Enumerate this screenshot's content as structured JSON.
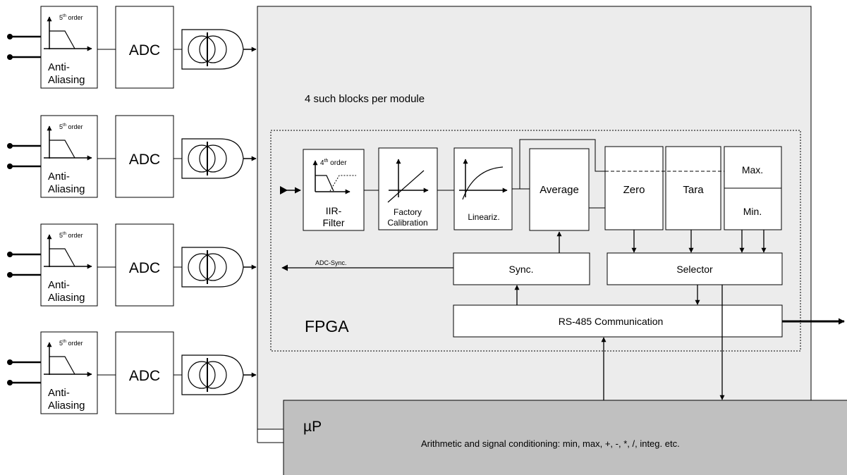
{
  "channel": {
    "filter_order": "5",
    "filter_order_sup": "th",
    "filter_order_suffix": " order",
    "filter_label_line1": "Anti-",
    "filter_label_line2": "Aliasing",
    "adc_label": "ADC",
    "count": 4
  },
  "module_note": "4 such blocks per module",
  "fpga": {
    "label": "FPGA",
    "iir": {
      "order": "4",
      "order_sup": "th",
      "order_suffix": " order",
      "line1": "IIR-",
      "line2": "Filter"
    },
    "factory": {
      "line1": "Factory",
      "line2": "Calibration"
    },
    "lineariz": "Lineariz.",
    "average": "Average",
    "zero": "Zero",
    "tara": "Tara",
    "max": "Max.",
    "min": "Min.",
    "sync": "Sync.",
    "selector": "Selector",
    "rs485": "RS-485 Communication",
    "adc_sync": "ADC-Sync."
  },
  "up": {
    "label": "µP",
    "description": "Arithmetic and signal conditioning: min, max, +, -, *, /, integ. etc."
  },
  "colors": {
    "module_bg": "#ececec",
    "up_bg": "#c0c0c0",
    "line": "#000000",
    "box_bg": "#ffffff"
  }
}
